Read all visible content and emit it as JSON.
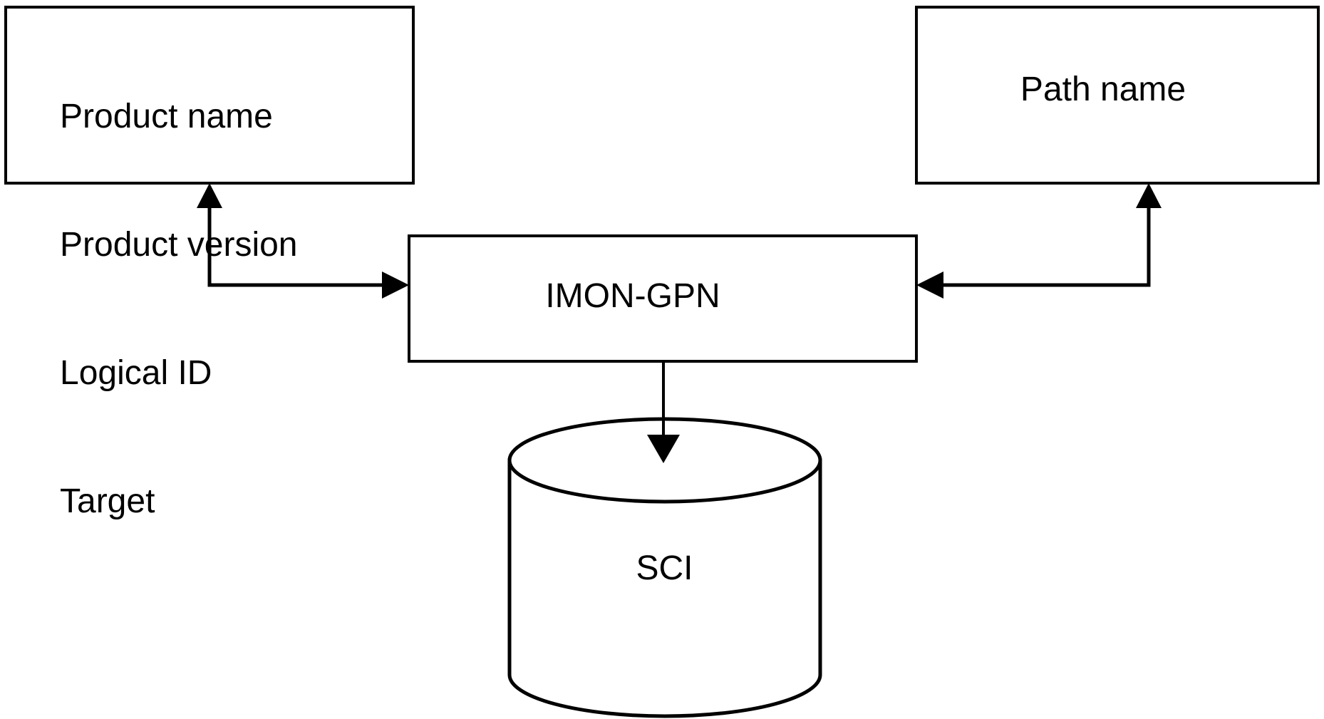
{
  "diagram": {
    "title": "IMON-GPN data flow",
    "type": "flow-diagram",
    "stroke_color": "#000000",
    "fill_color": "#ffffff",
    "background": "#ffffff",
    "nodes": [
      {
        "id": "inputs",
        "shape": "rectangle",
        "label_lines": [
          "Product name",
          "Product version",
          "Logical ID",
          "Target"
        ]
      },
      {
        "id": "path-name",
        "shape": "rectangle",
        "label": "Path name"
      },
      {
        "id": "imon-gpn",
        "shape": "rectangle",
        "label": "IMON-GPN"
      },
      {
        "id": "sci",
        "shape": "cylinder",
        "label": "SCI"
      }
    ],
    "edges": [
      {
        "id": "inputs-to-imon",
        "from": "inputs",
        "to": "imon-gpn",
        "direction": "bidirectional-elbow",
        "arrowheads": [
          "inputs",
          "imon-gpn"
        ]
      },
      {
        "id": "pathname-to-imon",
        "from": "path-name",
        "to": "imon-gpn",
        "direction": "bidirectional-elbow",
        "arrowheads": [
          "path-name",
          "imon-gpn"
        ]
      },
      {
        "id": "imon-to-sci",
        "from": "imon-gpn",
        "to": "sci",
        "direction": "down",
        "arrowheads": [
          "sci"
        ]
      }
    ]
  },
  "labels": {
    "inputs_line1": "Product name",
    "inputs_line2": "Product version",
    "inputs_line3": "Logical ID",
    "inputs_line4": "Target",
    "path_name": "Path name",
    "imon_gpn": "IMON-GPN",
    "sci": "SCI"
  }
}
